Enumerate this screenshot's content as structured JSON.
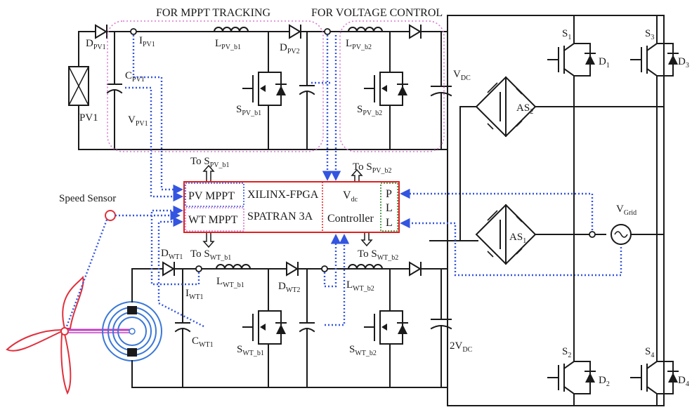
{
  "labels": {
    "mppt_tracking": "FOR MPPT TRACKING",
    "voltage_control": "FOR VOLTAGE CONTROL",
    "speed_sensor": "Speed Sensor",
    "pv1": "PV1",
    "vdc_cap": "V",
    "vdc_cap_sub": "DC",
    "two_vdc": "2V",
    "two_vdc_sub": "DC",
    "vgrid": "V",
    "vgrid_sub": "Grid"
  },
  "pv_stage": {
    "d_pv1": [
      "D",
      "PV1"
    ],
    "i_pv1": [
      "I",
      "PV1"
    ],
    "c_pv1": [
      "C",
      "PV1"
    ],
    "v_pv1": [
      "V",
      "PV1"
    ],
    "l_pv_b1": [
      "L",
      "PV_b1"
    ],
    "d_pv2": [
      "D",
      "PV2"
    ],
    "s_pv_b1": [
      "S",
      "PV_b1"
    ],
    "l_pv_b2": [
      "L",
      "PV_b2"
    ],
    "s_pv_b2": [
      "S",
      "PV_b2"
    ]
  },
  "wt_stage": {
    "d_wt1": [
      "D",
      "WT1"
    ],
    "i_wt1": [
      "I",
      "WT1"
    ],
    "c_wt1": [
      "C",
      "WT1"
    ],
    "l_wt_b1": [
      "L",
      "WT_b1"
    ],
    "d_wt2": [
      "D",
      "WT2"
    ],
    "s_wt_b1": [
      "S",
      "WT_b1"
    ],
    "l_wt_b2": [
      "L",
      "WT_b2"
    ],
    "s_wt_b2": [
      "S",
      "WT_b2"
    ]
  },
  "inverter": {
    "s1": [
      "S",
      "1"
    ],
    "s2": [
      "S",
      "2"
    ],
    "s3": [
      "S",
      "3"
    ],
    "s4": [
      "S",
      "4"
    ],
    "d1": [
      "D",
      "1"
    ],
    "d2": [
      "D",
      "2"
    ],
    "d3": [
      "D",
      "3"
    ],
    "d4": [
      "D",
      "4"
    ],
    "as1": [
      "AS",
      "1"
    ],
    "as2": [
      "AS",
      "2"
    ]
  },
  "controller": {
    "pv_mppt": "PV MPPT",
    "wt_mppt": "WT MPPT",
    "fpga_line1": "XILINX-FPGA",
    "fpga_line2": "SPATRAN 3A",
    "vdc": "V",
    "vdc_sub": "dc",
    "vdc_line2": "Controller",
    "pll": [
      "P",
      "L",
      "L"
    ],
    "to_s_pv_b1": [
      "To S",
      "PV_b1"
    ],
    "to_s_pv_b2": [
      "To S",
      "PV_b2"
    ],
    "to_s_wt_b1": [
      "To S",
      "WT_b1"
    ],
    "to_s_wt_b2": [
      "To S",
      "WT_b2"
    ]
  },
  "colors": {
    "wire": "#1a1a1a",
    "signal": "#3355e0",
    "highlight": "#d77ad0",
    "controller_border": "#e02020",
    "wind_turbine": "#e0303c",
    "generator": "#3a78d8",
    "shaft": "#c040c0",
    "pll_border": "#2e8b2e"
  }
}
